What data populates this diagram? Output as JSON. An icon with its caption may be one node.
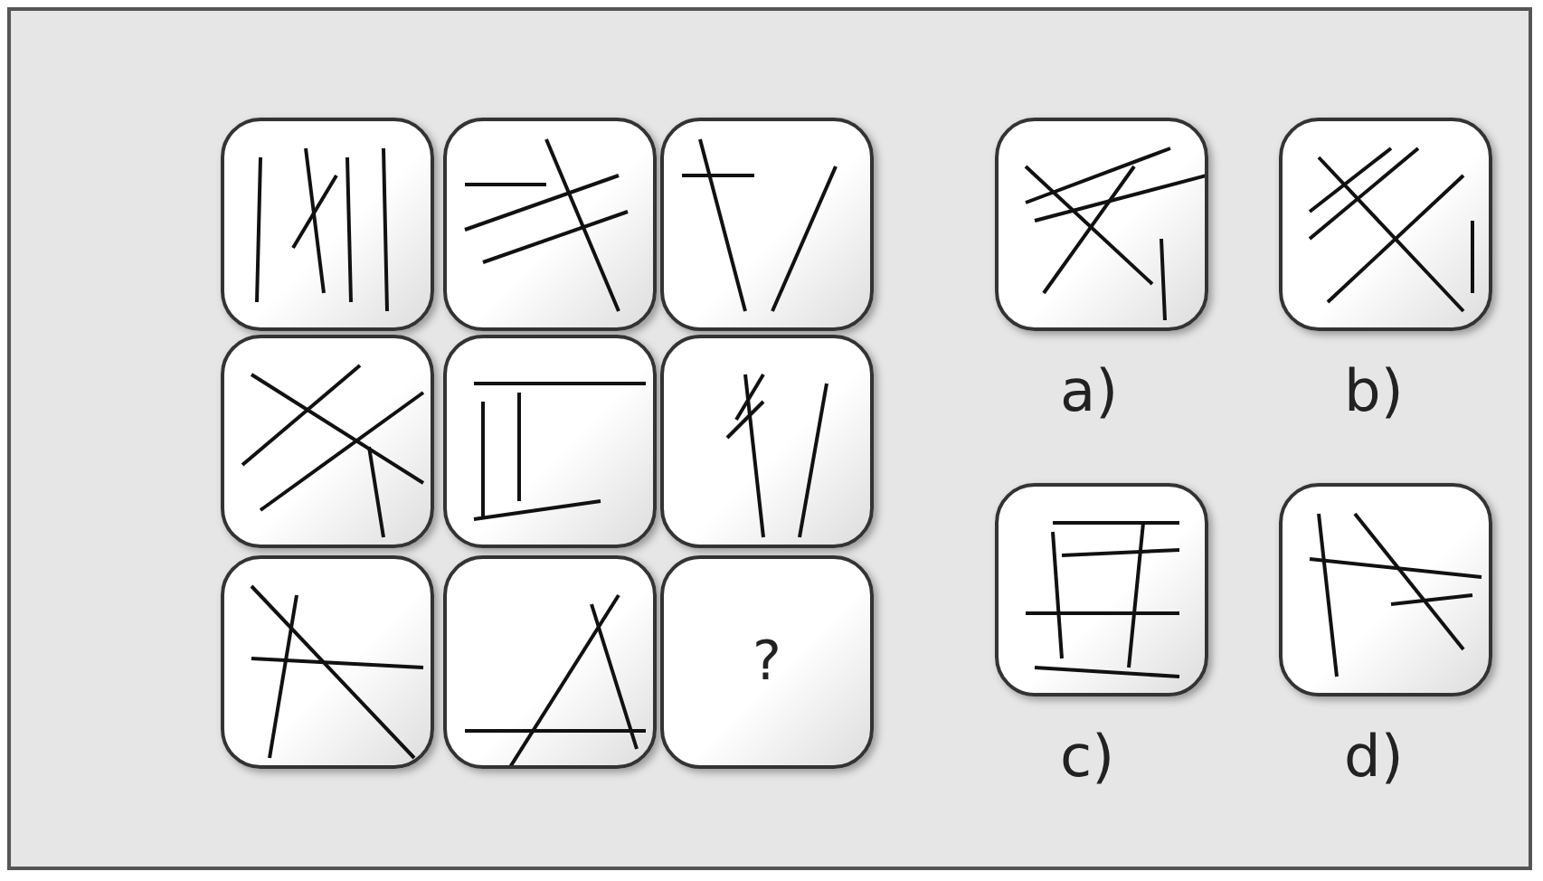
{
  "diagram": {
    "nodes": [
      {
        "text": [],
        "shape": "box"
      },
      {
        "text": [],
        "shape": "box"
      },
      {
        "text": [],
        "shape": "box"
      },
      {
        "text": [],
        "shape": "box"
      },
      {
        "text": [],
        "shape": "box"
      },
      {
        "text": [],
        "shape": "box"
      },
      {
        "text": [],
        "shape": "box"
      },
      {
        "text": [],
        "shape": "box"
      },
      {
        "text": [
          "?"
        ]
      },
      {
        "text": [],
        "shape": "box",
        "beside": [
          "a)"
        ]
      },
      {
        "text": [],
        "shape": "box",
        "beside": [
          "b)"
        ]
      },
      {
        "text": [],
        "shape": "box",
        "beside": [
          "c)"
        ]
      },
      {
        "text": [],
        "shape": "box",
        "beside": [
          "d)"
        ]
      }
    ],
    "edges": []
  }
}
